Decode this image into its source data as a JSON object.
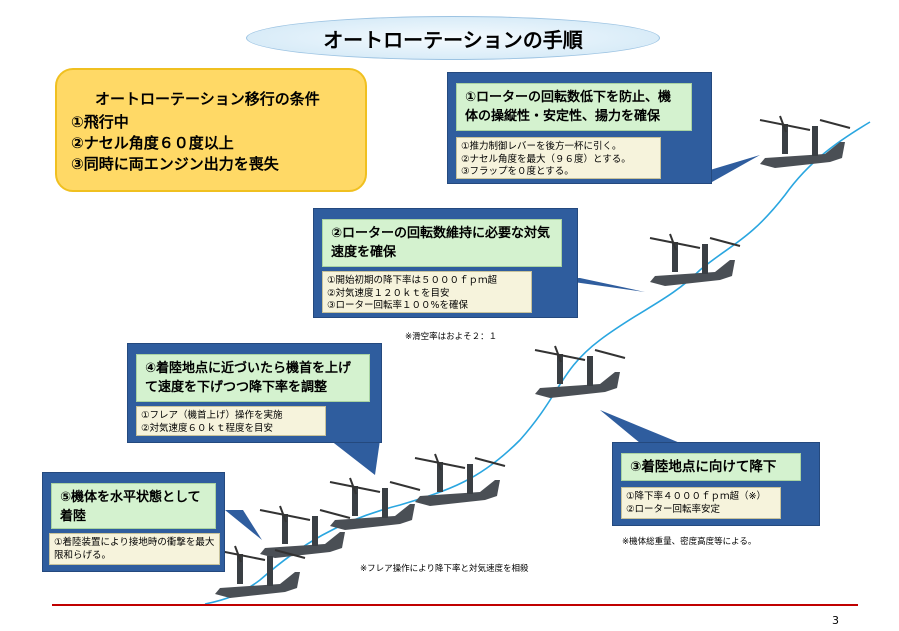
{
  "title": "オートローテーションの手順",
  "conditions": {
    "heading": "オートローテーション移行の条件",
    "items": [
      "①飛行中",
      "②ナセル角度６０度以上",
      "③同時に両エンジン出力を喪失"
    ]
  },
  "steps": [
    {
      "id": "step1",
      "heading": "①ローターの回転数低下を防止、機体の操縦性・安定性、揚力を確保",
      "items": [
        "①推力制御レバーを後方一杯に引く。",
        "②ナセル角度を最大（９６度）とする。",
        "③フラップを０度とする。"
      ]
    },
    {
      "id": "step2",
      "heading": "②ローターの回転数維持に必要な対気速度を確保",
      "items": [
        "①開始初期の降下率は５０００ｆｐｍ超",
        "②対気速度１２０ｋｔを目安",
        "③ローター回転率１００%を確保"
      ]
    },
    {
      "id": "step3",
      "heading": "③着陸地点に向けて降下",
      "items": [
        "①降下率４０００ｆｐｍ超（※）",
        "②ローター回転率安定"
      ]
    },
    {
      "id": "step4",
      "heading": "④着陸地点に近づいたら機首を上げて速度を下げつつ降下率を調整",
      "items": [
        "①フレア（機首上げ）操作を実施",
        "②対気速度６０ｋｔ程度を目安"
      ]
    },
    {
      "id": "step5",
      "heading": "⑤機体を水平状態として着陸",
      "items": [
        "①着陸装置により接地時の衝撃を最大限和らげる。"
      ]
    }
  ],
  "notes": {
    "glide": "※滑空率はおよそ２：１",
    "weight": "※機体総重量、密度高度等による。",
    "flare": "※フレア操作により降下率と対気速度を相殺"
  },
  "page_number": "3",
  "colors": {
    "box_blue": "#2f5d9e",
    "heading_green": "#d4f2cf",
    "path": "#2aa6e0",
    "rule": "#c00000",
    "conditions": "#ffd966"
  }
}
